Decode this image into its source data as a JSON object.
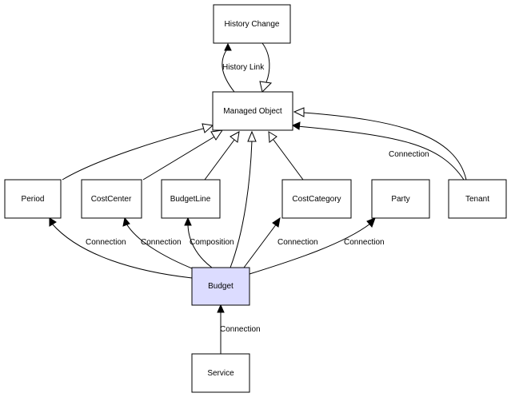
{
  "colors": {
    "highlight_fill": "#dcdcff",
    "node_fill": "#ffffff",
    "stroke": "#000000"
  },
  "nodes": {
    "history_change": "History Change",
    "managed_object": "Managed Object",
    "period": "Period",
    "cost_center": "CostCenter",
    "budget_line": "BudgetLine",
    "cost_category": "CostCategory",
    "party": "Party",
    "tenant": "Tenant",
    "budget": "Budget",
    "service": "Service"
  },
  "edge_labels": {
    "history_link": "History Link",
    "tenant_connection": "Connection",
    "period_connection": "Connection",
    "costcenter_connection": "Connection",
    "budgetline_composition": "Composition",
    "costcategory_connection": "Connection",
    "party_connection": "Connection",
    "service_connection": "Connection"
  }
}
